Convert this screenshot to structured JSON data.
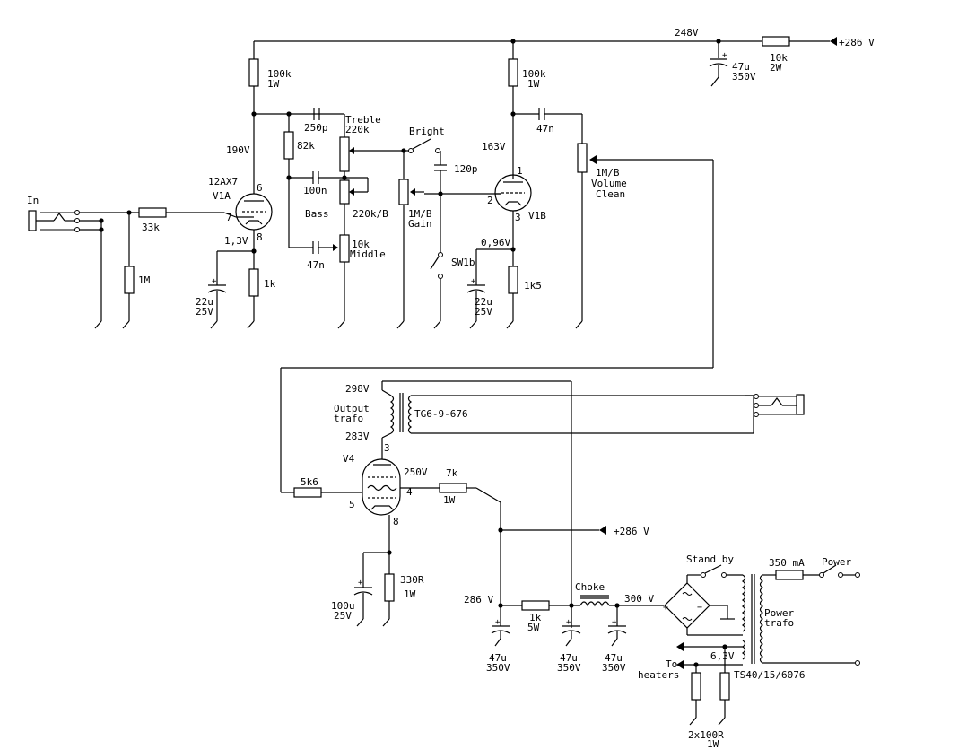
{
  "labels": {
    "v248": "248V",
    "v286_top": "+286 V",
    "r10k": "10k",
    "r10k_w": "2W",
    "c47_top": "47u",
    "c47_top_v": "350V",
    "r100k_1": "100k",
    "r100k_1w": "1W",
    "r100k_2": "100k",
    "r100k_2w": "1W",
    "v190": "190V",
    "v163": "163V",
    "c250p": "250p",
    "treble": "Treble",
    "treble_val": "220k",
    "bright": "Bright",
    "c47n_top": "47n",
    "r82k": "82k",
    "c120p": "120p",
    "vol_val": "1M/B",
    "vol_name": "Volume",
    "vol_clean": "Clean",
    "tube_12ax7": "12AX7",
    "v1a": "V1A",
    "pin6": "6",
    "pin7": "7",
    "pin8": "8",
    "pin1": "1",
    "pin2": "2",
    "pin3": "3",
    "v1b": "V1B",
    "c100n": "100n",
    "bass": "Bass",
    "bass_val": "220k/B",
    "gain_val": "1M/B",
    "gain": "Gain",
    "input": "In",
    "r33k": "33k",
    "v1_3": "1,3V",
    "r10k_mid": "10k",
    "middle": "Middle",
    "c47n_mid": "47n",
    "v0_96": "0,96V",
    "sw1b": "SW1b",
    "r1m": "1M",
    "c22u_1": "22u",
    "c22u_1v": "25V",
    "r1k": "1k",
    "c22u_2": "22u",
    "c22u_2v": "25V",
    "r1k5": "1k5",
    "v298": "298V",
    "output": "Output",
    "trafo": "trafo",
    "tg": "TG6-9-676",
    "v283": "283V",
    "pin3b": "3",
    "v4": "V4",
    "v250": "250V",
    "r7k": "7k",
    "r7k_w": "1W",
    "r5k6": "5k6",
    "pin5": "5",
    "pin4": "4",
    "pin8b": "8",
    "v286_mid": "+286 V",
    "r330": "330R",
    "r330_w": "1W",
    "c100u": "100u",
    "c100u_v": "25V",
    "standby": "Stand by",
    "ma350": "350 mA",
    "power": "Power",
    "choke": "Choke",
    "v300": "300 V",
    "v286_low": "286 V",
    "r1k_psu": "1k",
    "r1k_psu_w": "5W",
    "power_l1": "Power",
    "power_l2": "trafo",
    "c47a": "47u",
    "c47a_v": "350V",
    "c47b": "47u",
    "c47b_v": "350V",
    "c47c": "47u",
    "c47c_v": "350V",
    "to": "To",
    "heaters": "heaters",
    "v6_3": "6,3V",
    "ts": "TS40/15/6076",
    "r2x100": "2x100R",
    "r2x100_w": "1W"
  }
}
